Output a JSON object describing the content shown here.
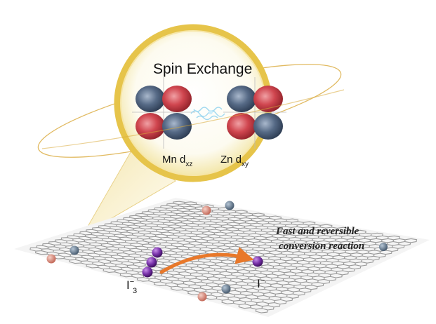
{
  "figure": {
    "bubble_title": "Spin Exchange",
    "orbital_left": {
      "base": "Mn d",
      "sub": "xz"
    },
    "orbital_right": {
      "base": "Zn d",
      "sub": "xy"
    },
    "caption_line1": "Fast and reversible",
    "caption_line2": "conversion reaction",
    "reactant": {
      "base": "I",
      "sup": "−",
      "sub": "3"
    },
    "product": {
      "base": "I",
      "sup": "−"
    }
  },
  "colors": {
    "lobe_red": "#c8404a",
    "lobe_blue": "#4a5d78",
    "halo_gold": "#e6c44a",
    "mn_atom": "#d98a7a",
    "zn_atom": "#6b7f92",
    "iodine": "#6a2a9a",
    "arrow": "#e8782a",
    "lattice": "#9a9a9a"
  },
  "icons": [
    "graphene-lattice",
    "mn-atom",
    "zn-atom",
    "iodine-molecule",
    "spin-orbital-lobes"
  ]
}
